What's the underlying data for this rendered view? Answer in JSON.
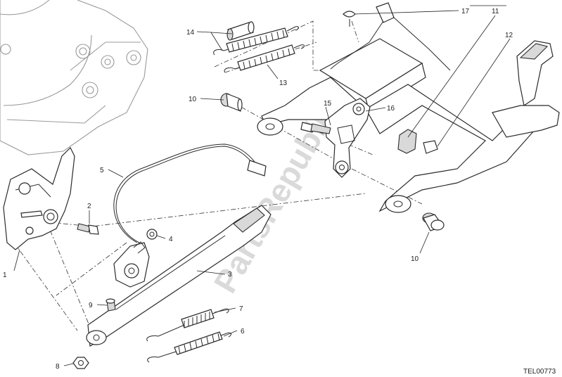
{
  "callouts": [
    {
      "id": "1",
      "label": "1"
    },
    {
      "id": "2",
      "label": "2"
    },
    {
      "id": "3",
      "label": "3"
    },
    {
      "id": "4",
      "label": "4"
    },
    {
      "id": "5",
      "label": "5"
    },
    {
      "id": "6",
      "label": "6"
    },
    {
      "id": "7",
      "label": "7"
    },
    {
      "id": "8",
      "label": "8"
    },
    {
      "id": "9",
      "label": "9"
    },
    {
      "id": "10a",
      "label": "10"
    },
    {
      "id": "10b",
      "label": "10"
    },
    {
      "id": "11",
      "label": "11"
    },
    {
      "id": "12",
      "label": "12"
    },
    {
      "id": "13",
      "label": "13"
    },
    {
      "id": "14",
      "label": "14"
    },
    {
      "id": "15",
      "label": "15"
    },
    {
      "id": "16",
      "label": "16"
    },
    {
      "id": "17",
      "label": "17"
    }
  ],
  "diagram_code": "TEL00773",
  "watermark": "PartsRepublik",
  "icons": [
    "gear-icon"
  ],
  "colors": {
    "line": "#2b2b2b",
    "engine": "#9a9a9a",
    "watermark": "#bdbdbd",
    "background": "#ffffff"
  }
}
